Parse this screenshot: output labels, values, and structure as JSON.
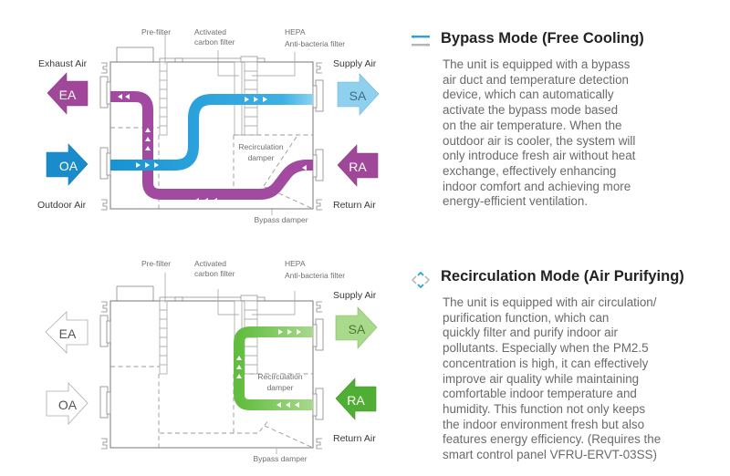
{
  "modes": [
    {
      "title": "Bypass Mode (Free Cooling)",
      "icon": "bypass-lines-icon",
      "description_lines": [
        "The unit is equipped with a bypass",
        "air duct and temperature detection",
        "device, which can automatically",
        "activate the bypass mode based",
        "on the air temperature. When the",
        "outdoor air is cooler, the system will",
        "only introduce fresh air without heat",
        "exchange, effectively enhancing",
        "indoor comfort and achieving more",
        "energy-efficient ventilation."
      ],
      "diagram": {
        "labels": {
          "pre_filter": "Pre-filter",
          "carbon_1": "Activated",
          "carbon_2": "carbon filter",
          "hepa_1": "HEPA",
          "hepa_2": "Anti-bacteria filter",
          "exhaust_air": "Exhaust Air",
          "outdoor_air": "Outdoor Air",
          "supply_air": "Supply Air",
          "return_air": "Return Air",
          "recirc_1": "Recirculation",
          "recirc_2": "damper",
          "bypass_damper": "Bypass damper"
        },
        "badges": {
          "ea": "EA",
          "oa": "OA",
          "sa": "SA",
          "ra": "RA"
        },
        "colors": {
          "ea": "#a0479a",
          "oa": "#1a8ccc",
          "sa": "#8fd0ef",
          "ra": "#a0479a",
          "blue_duct": "#2aa3dc",
          "purple_duct": "#a24aa0"
        }
      }
    },
    {
      "title": "Recirculation Mode (Air Purifying)",
      "icon": "recirculation-arrows-icon",
      "description_lines": [
        "The unit is equipped with air circulation/",
        "purification function, which can",
        "quickly filter and purify indoor air",
        "pollutants. Especially when the PM2.5",
        "concentration is high, it can effectively",
        "improve air quality while maintaining",
        "comfortable indoor temperature and",
        "humidity. This function not only keeps",
        "the indoor environment fresh but also",
        "features energy efficiency. (Requires the",
        "smart control panel VFRU-ERVT-03SS)"
      ],
      "diagram": {
        "labels": {
          "pre_filter": "Pre-filter",
          "carbon_1": "Activated",
          "carbon_2": "carbon filter",
          "hepa_1": "HEPA",
          "hepa_2": "Anti-bacteria filter",
          "supply_air": "Supply Air",
          "return_air": "Return Air",
          "recirc_1": "Recirculation",
          "recirc_2": "damper",
          "bypass_damper": "Bypass damper"
        },
        "badges": {
          "ea": "EA",
          "oa": "OA",
          "sa": "SA",
          "ra": "RA"
        },
        "colors": {
          "sa": "#a9d98a",
          "ra": "#4fae33",
          "green_duct": "#6cc24a"
        }
      }
    }
  ]
}
